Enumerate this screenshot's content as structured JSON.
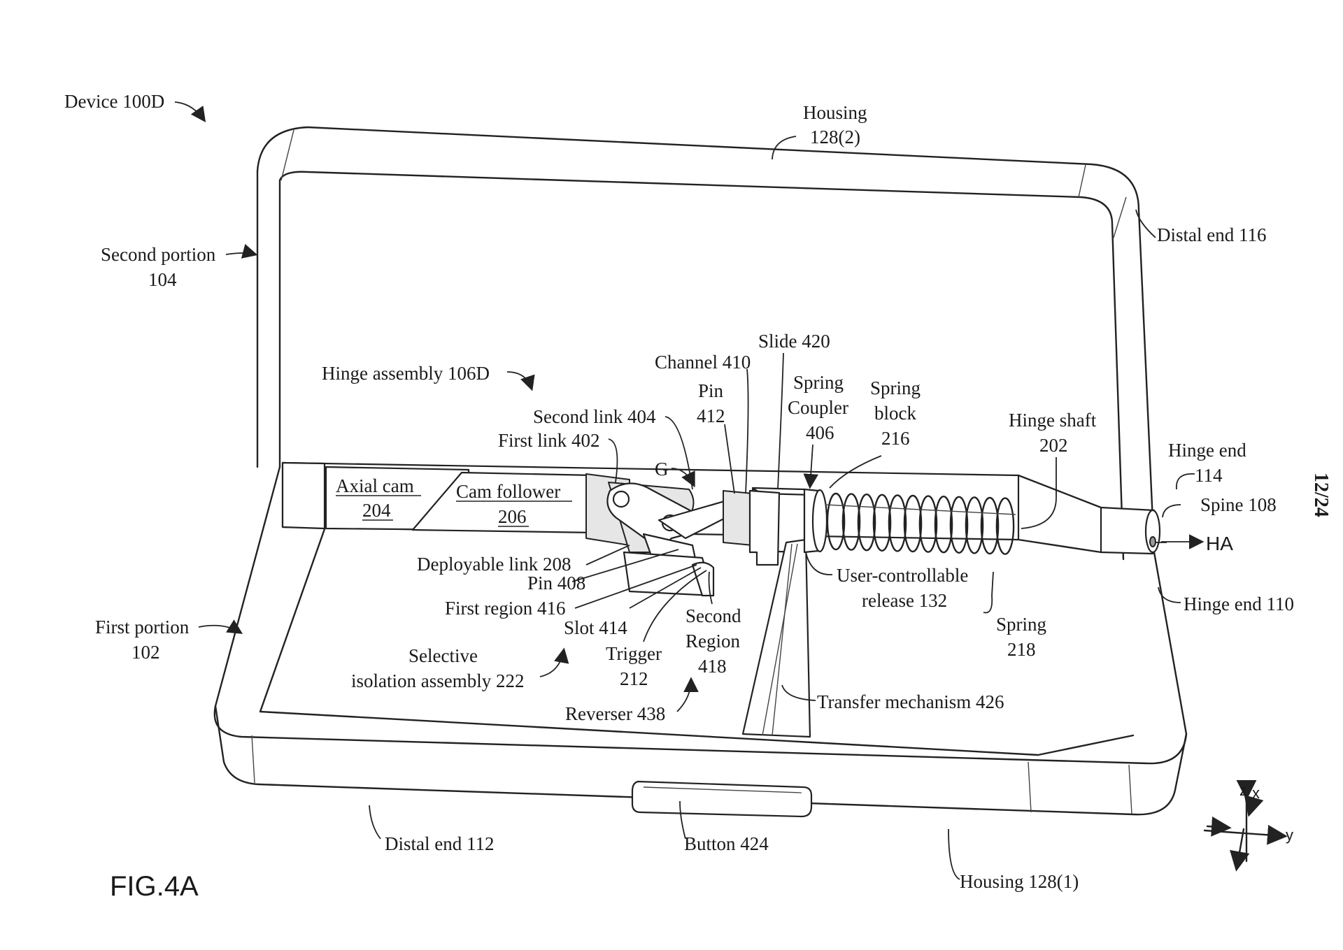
{
  "figure": {
    "title": "FIG.4A",
    "sheet_number": "12/24"
  },
  "labels": {
    "device": "Device 100D",
    "housing_top": [
      "Housing",
      "128(2)"
    ],
    "distal_end_116": "Distal end 116",
    "second_portion": [
      "Second portion",
      "104"
    ],
    "hinge_assembly": "Hinge assembly 106D",
    "channel": "Channel 410",
    "slide": "Slide 420",
    "pin_412": [
      "Pin",
      "412"
    ],
    "spring_coupler": [
      "Spring",
      "Coupler",
      "406"
    ],
    "spring_block": [
      "Spring",
      "block",
      "216"
    ],
    "hinge_shaft": [
      "Hinge shaft",
      "202"
    ],
    "hinge_end_114": [
      "Hinge end",
      "114"
    ],
    "spine": "Spine 108",
    "ha": "HA",
    "hinge_end_110": "Hinge end 110",
    "second_link": "Second link 404",
    "first_link": "First link 402",
    "g": "G",
    "axial_cam": [
      "Axial cam",
      "204"
    ],
    "cam_follower": [
      "Cam follower",
      "206"
    ],
    "deployable_link": "Deployable link 208",
    "pin_408": "Pin 408",
    "first_region": "First region 416",
    "slot": "Slot 414",
    "second_region": [
      "Second",
      "Region",
      "418"
    ],
    "user_release": [
      "User-controllable",
      "release 132"
    ],
    "spring_218": [
      "Spring",
      "218"
    ],
    "first_portion": [
      "First portion",
      "102"
    ],
    "selective_isolation": [
      "Selective",
      "isolation assembly 222"
    ],
    "trigger": [
      "Trigger",
      "212"
    ],
    "reverser": "Reverser 438",
    "transfer": "Transfer mechanism 426",
    "distal_end_112": "Distal end 112",
    "button": "Button 424",
    "housing_bottom": "Housing 128(1)"
  },
  "axes_legend": {
    "z": "z",
    "x": "x",
    "y": "y"
  }
}
